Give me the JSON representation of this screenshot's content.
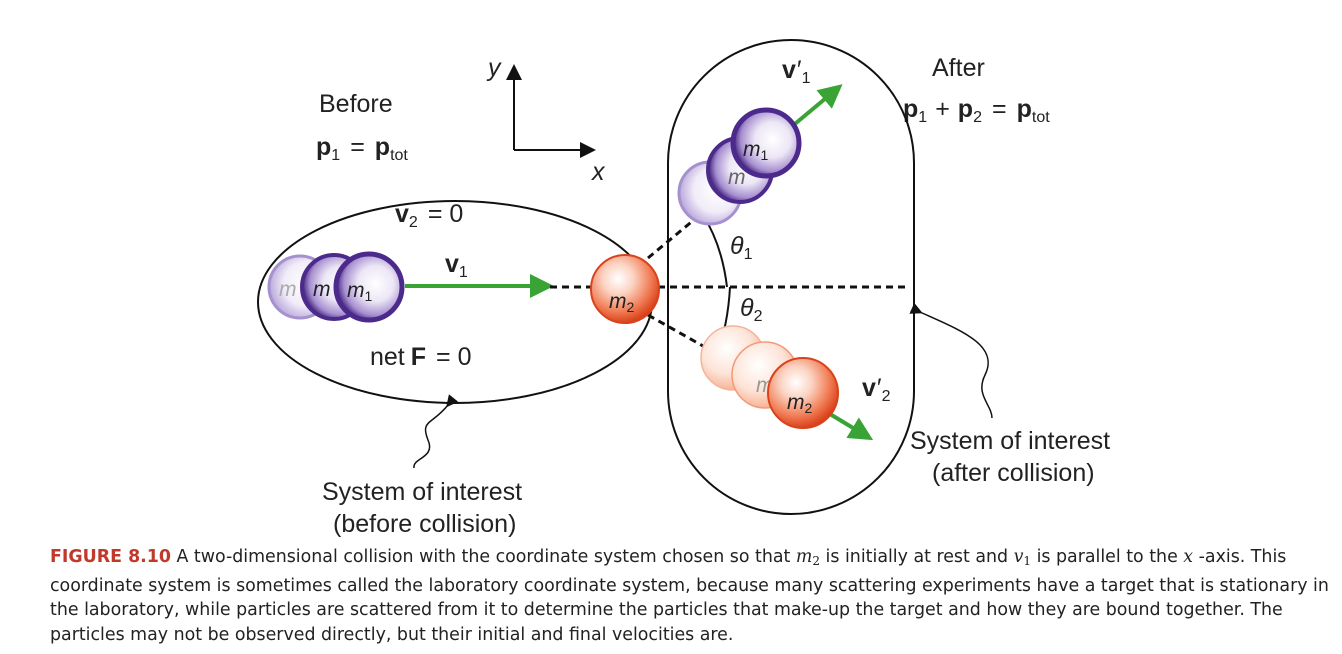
{
  "figure": {
    "axes": {
      "y_label": "y",
      "x_label": "x"
    },
    "before": {
      "title": "Before",
      "equation": {
        "p": "p",
        "p_sub": "1",
        "equals": "=",
        "p_tot": "p",
        "p_tot_sub": "tot"
      },
      "v2_zero": {
        "v": "v",
        "v_sub": "2",
        "rest": "= 0"
      },
      "v1": {
        "v": "v",
        "v_sub": "1"
      },
      "net_force": {
        "prefix": "net",
        "f": "F",
        "rest": "= 0"
      },
      "system_label_line1": "System of interest",
      "system_label_line2": "(before collision)"
    },
    "after": {
      "title": "After",
      "equation": {
        "p1": "p",
        "p1_sub": "1",
        "plus": "+",
        "p2": "p",
        "p2_sub": "2",
        "equals": "=",
        "p_tot": "p",
        "p_tot_sub": "tot"
      },
      "v1_prime": {
        "v": "v",
        "prime": "′",
        "v_sub": "1"
      },
      "v2_prime": {
        "v": "v",
        "prime": "′",
        "v_sub": "2"
      },
      "theta1": {
        "t": "θ",
        "sub": "1"
      },
      "theta2": {
        "t": "θ",
        "sub": "2"
      },
      "system_label_line1": "System of interest",
      "system_label_line2": "(after collision)"
    },
    "balls": {
      "m1": {
        "m": "m",
        "sub": "1"
      },
      "m2": {
        "m": "m",
        "sub": "2"
      },
      "ghost": "m",
      "colors": {
        "purple": "#4b2a8c",
        "red": "#e8502a",
        "green": "#3aa335"
      }
    }
  },
  "caption": {
    "figure_number": "FIGURE 8.10",
    "part1": " A two-dimensional collision with the coordinate system chosen so that ",
    "m": "m",
    "m_sub": "2",
    "part2": " is initially at rest and ",
    "v": "v",
    "v_sub": "1",
    "part3": " is parallel to the ",
    "x": "x",
    "part4": " -axis. This coordinate system is sometimes called the laboratory coordinate system, because many scattering experiments have a target that is stationary in the laboratory, while particles are scattered from it to determine the particles that make-up the target and how they are bound together. The particles may not be observed directly, but their initial and final velocities are."
  }
}
